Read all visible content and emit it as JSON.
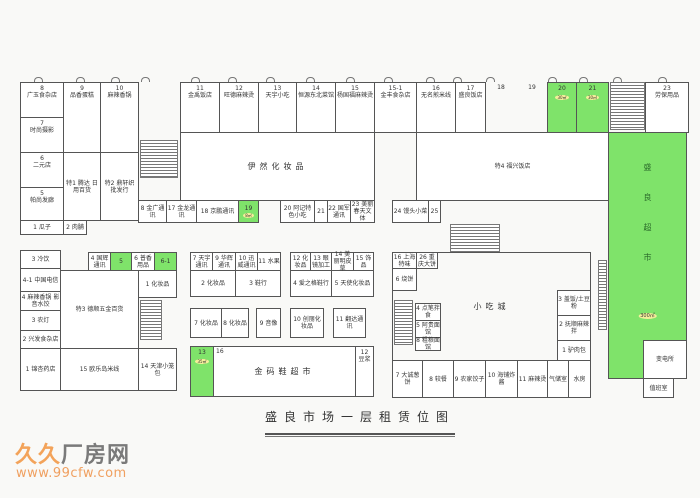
{
  "title": "盛良市场一层租赁位图",
  "watermark": {
    "brand_a": "久久",
    "brand_b": "厂房网",
    "url": "www.99cfw.com"
  },
  "colors": {
    "available": "#7fe36a",
    "area_badge": "#f4ef9a",
    "watermark": "#f3a35a"
  },
  "rooms": [
    {
      "num": "8",
      "name": "广玉食杂店"
    },
    {
      "num": "7",
      "name": "时尚摄影"
    },
    {
      "num": "6",
      "name": "二元店"
    },
    {
      "num": "5",
      "name": "帕尚发廊"
    },
    {
      "num": "9",
      "name": "品香蛋糕"
    },
    {
      "num": "10",
      "name": "麻辣香锅"
    },
    {
      "num": "特1",
      "name": "腾达 日用百货"
    },
    {
      "num": "特2",
      "name": "鼎轩织 批发行"
    },
    {
      "num": "1",
      "name": "瓜子"
    },
    {
      "num": "2",
      "name": "肉脯"
    },
    {
      "num": "11",
      "name": "金禹饭店"
    },
    {
      "num": "12",
      "name": "旺德麻辣烫"
    },
    {
      "num": "13",
      "name": "天宇小吃"
    },
    {
      "num": "14",
      "name": "恒源东北菜馆"
    },
    {
      "num": "15",
      "name": "杨国福麻辣烫"
    },
    {
      "num": "15-1",
      "name": "金丰食杂店"
    },
    {
      "num": "",
      "name": "伊然化妆品"
    },
    {
      "num": "8",
      "name": "金广通讯"
    },
    {
      "num": "17",
      "name": "金龙通讯"
    },
    {
      "num": "18",
      "name": "京鹏通讯"
    },
    {
      "num": "19",
      "name": "",
      "area": "8㎡",
      "highlight": true
    },
    {
      "num": "20",
      "name": "阿记特色小吃"
    },
    {
      "num": "21",
      "name": ""
    },
    {
      "num": "22",
      "name": "国军通讯"
    },
    {
      "num": "23",
      "name": "美丽春天文体"
    },
    {
      "num": "24",
      "name": "馒头小菜"
    },
    {
      "num": "25",
      "name": ""
    },
    {
      "num": "16",
      "name": "无名煎米线"
    },
    {
      "num": "17",
      "name": "盛良饭店"
    },
    {
      "num": "18",
      "name": ""
    },
    {
      "num": "19",
      "name": ""
    },
    {
      "num": "20",
      "name": "",
      "area": "30㎡",
      "highlight": true
    },
    {
      "num": "21",
      "name": "",
      "area": "30㎡",
      "highlight": true
    },
    {
      "num": "23",
      "name": "劳保用品"
    },
    {
      "num": "特4",
      "name": "福兴饭店"
    },
    {
      "num": "",
      "name": "盛良超市",
      "area": "300㎡",
      "highlight": true
    },
    {
      "num": "",
      "name": "变电所"
    },
    {
      "num": "",
      "name": "值班室"
    },
    {
      "num": "3",
      "name": "冷饮"
    },
    {
      "num": "4-1",
      "name": "中国电信"
    },
    {
      "num": "4",
      "name": "麻辣香锅 影音水饺"
    },
    {
      "num": "3",
      "name": "农灯"
    },
    {
      "num": "2",
      "name": "兴发食杂店"
    },
    {
      "num": "1",
      "name": "锦杏药店"
    },
    {
      "num": "特3",
      "name": "德顺五金百货"
    },
    {
      "num": "15",
      "name": "欧乐岛米线"
    },
    {
      "num": "14",
      "name": "天津小笼包"
    },
    {
      "num": "4",
      "name": "国辉通讯"
    },
    {
      "num": "5",
      "name": "",
      "highlight": true
    },
    {
      "num": "6",
      "name": "普香用品"
    },
    {
      "num": "6-1",
      "name": "",
      "highlight": true
    },
    {
      "num": "1",
      "name": "化妆品"
    },
    {
      "num": "7",
      "name": "天宇通讯"
    },
    {
      "num": "9",
      "name": "华辉通讯"
    },
    {
      "num": "10",
      "name": "迅威通讯"
    },
    {
      "num": "11",
      "name": "水果"
    },
    {
      "num": "2",
      "name": "化妆品"
    },
    {
      "num": "3",
      "name": "鞋行"
    },
    {
      "num": "12",
      "name": "化妆品"
    },
    {
      "num": "13",
      "name": "眼镜加工"
    },
    {
      "num": "14",
      "name": "美丽明皮草"
    },
    {
      "num": "15",
      "name": "饰品"
    },
    {
      "num": "4",
      "name": "爱之格鞋行"
    },
    {
      "num": "5",
      "name": "天使化妆品"
    },
    {
      "num": "7",
      "name": "化妆品"
    },
    {
      "num": "8",
      "name": "化妆品"
    },
    {
      "num": "9",
      "name": "音像"
    },
    {
      "num": "10",
      "name": "创丽化妆品"
    },
    {
      "num": "11",
      "name": "翻达通讯"
    },
    {
      "num": "13",
      "name": "",
      "area": "35㎡",
      "highlight": true
    },
    {
      "num": "16",
      "name": "金码鞋超市"
    },
    {
      "num": "12",
      "name": "豆浆"
    },
    {
      "num": "16",
      "name": "上海特味"
    },
    {
      "num": "26",
      "name": "重庆大饼"
    },
    {
      "num": "6",
      "name": "烧饼"
    },
    {
      "num": "",
      "name": "小吃城"
    },
    {
      "num": "4",
      "name": "点笔拌食"
    },
    {
      "num": "5",
      "name": "阿贵面馆"
    },
    {
      "num": "8",
      "name": "粗粮面馆"
    },
    {
      "num": "3",
      "name": "盖饭/土豆粉"
    },
    {
      "num": "2",
      "name": "抚顺麻辣拌"
    },
    {
      "num": "1",
      "name": "驴肉包"
    },
    {
      "num": "7",
      "name": "大诚葱饼"
    },
    {
      "num": "8",
      "name": "较餐"
    },
    {
      "num": "9",
      "name": "农家饺子"
    },
    {
      "num": "10",
      "name": "海铺炸酱"
    },
    {
      "num": "11",
      "name": "麻辣烫"
    },
    {
      "num": "",
      "name": "气储室"
    },
    {
      "num": "",
      "name": "水房"
    }
  ]
}
